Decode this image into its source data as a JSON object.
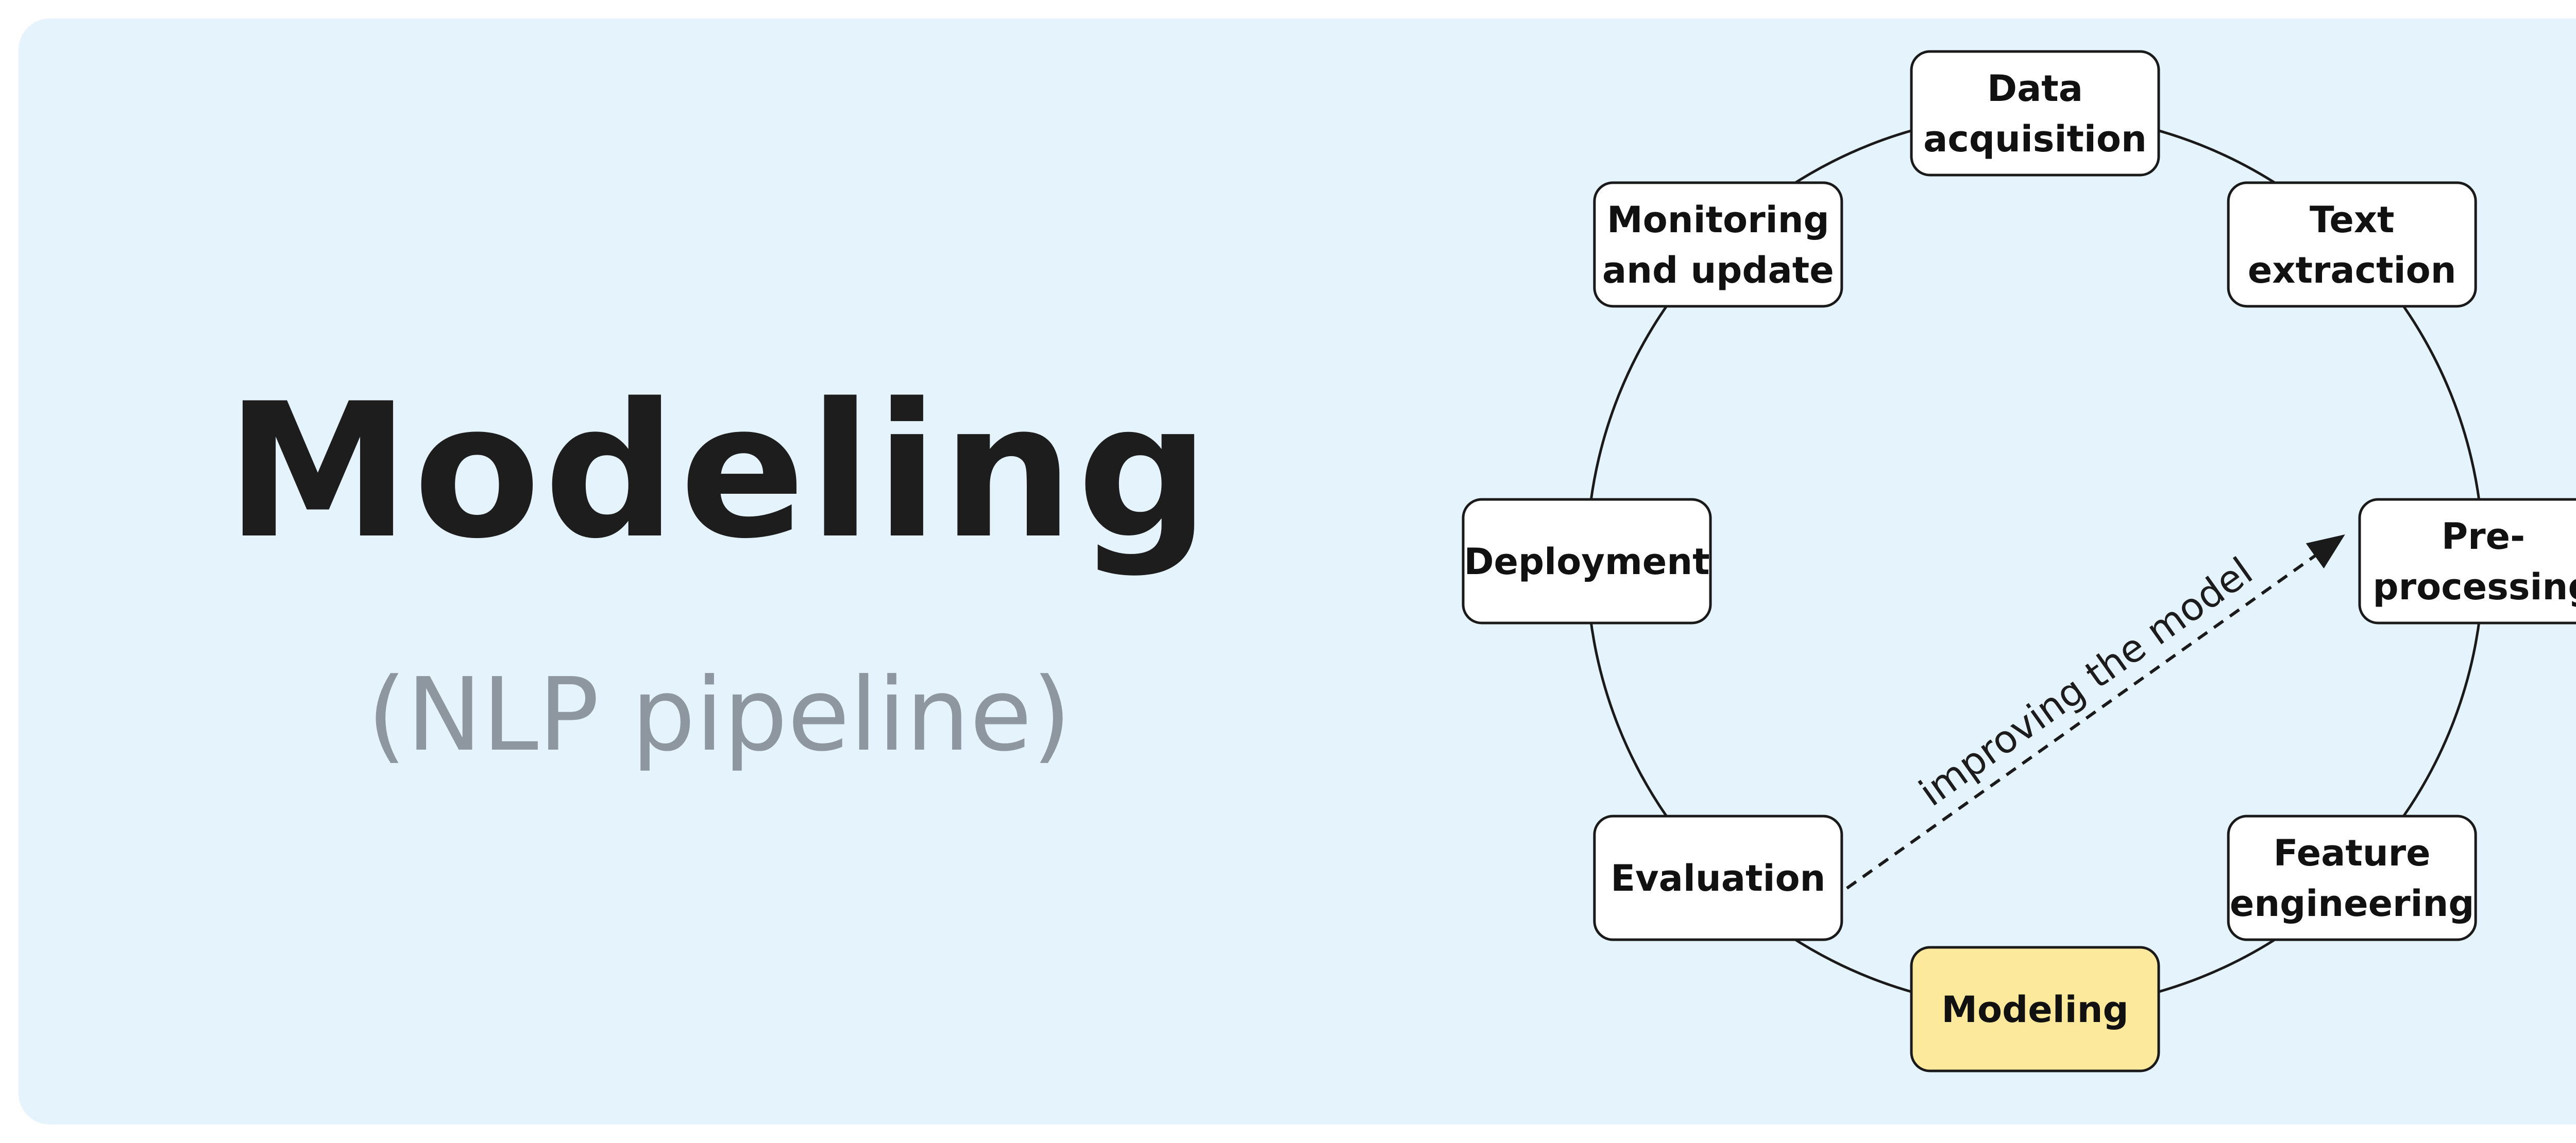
{
  "heading": {
    "title": "Modeling",
    "subtitle": "(NLP pipeline)"
  },
  "diagram": {
    "nodes": [
      {
        "key": "data-acquisition",
        "lines": [
          "Data",
          "acquisition"
        ],
        "highlighted": false
      },
      {
        "key": "text-extraction",
        "lines": [
          "Text",
          "extraction"
        ],
        "highlighted": false
      },
      {
        "key": "pre-processing",
        "lines": [
          "Pre-",
          "processing"
        ],
        "highlighted": false
      },
      {
        "key": "feature-engineering",
        "lines": [
          "Feature",
          "engineering"
        ],
        "highlighted": false
      },
      {
        "key": "modeling",
        "lines": [
          "Modeling"
        ],
        "highlighted": true
      },
      {
        "key": "evaluation",
        "lines": [
          "Evaluation"
        ],
        "highlighted": false
      },
      {
        "key": "deployment",
        "lines": [
          "Deployment"
        ],
        "highlighted": false
      },
      {
        "key": "monitoring-and-update",
        "lines": [
          "Monitoring",
          "and update"
        ],
        "highlighted": false
      }
    ],
    "feedback_arrow": {
      "from": "evaluation",
      "to": "pre-processing",
      "label": "improving the model",
      "style": "dashed"
    }
  },
  "colors": {
    "background": "#e5f3fd",
    "node_fill": "#ffffff",
    "highlight_fill": "#fde99c",
    "stroke": "#1a1a1a",
    "title": "#1d1d1d",
    "subtitle": "#8e979f"
  }
}
